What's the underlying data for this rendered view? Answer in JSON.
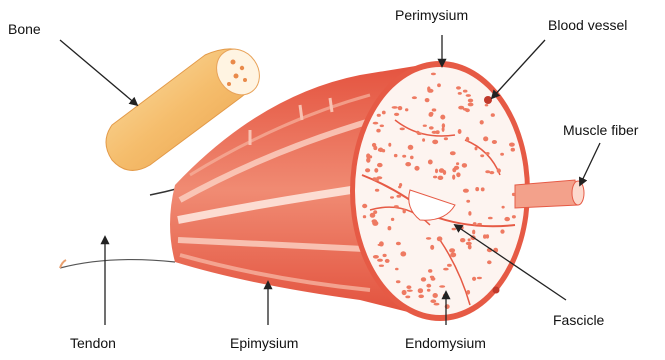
{
  "labels": {
    "bone": "Bone",
    "perimysium": "Perimysium",
    "blood_vessel": "Blood vessel",
    "muscle_fiber": "Muscle fiber",
    "tendon": "Tendon",
    "epimysium": "Epimysium",
    "endomysium": "Endomysium",
    "fascicle": "Fascicle"
  },
  "colors": {
    "muscle_red": "#e8604c",
    "muscle_light": "#f39a84",
    "bone": "#f5c27a",
    "cross_section_bg": "#fdf6f3",
    "fiber_dots": "#ee7a62",
    "pointer": "#222222"
  }
}
